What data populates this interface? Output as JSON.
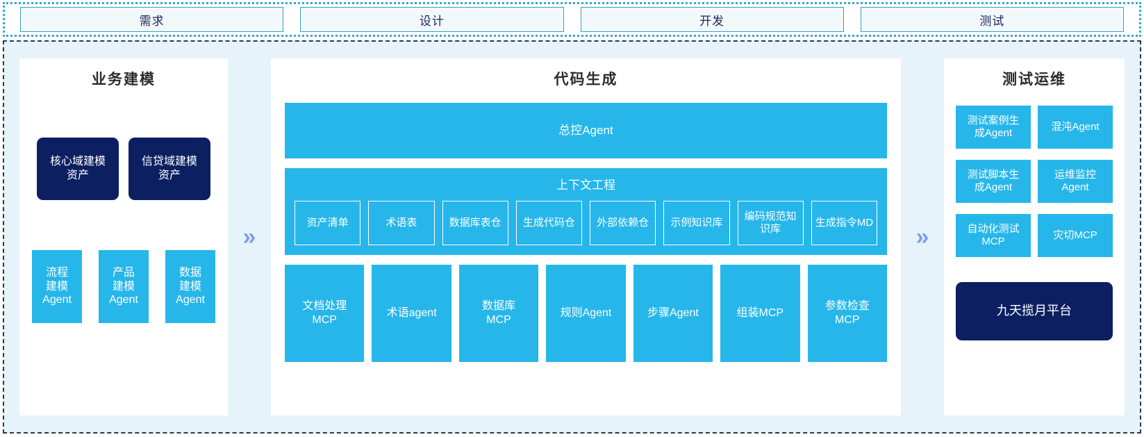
{
  "phases": [
    {
      "label": "需求"
    },
    {
      "label": "设计"
    },
    {
      "label": "开发"
    },
    {
      "label": "测试"
    }
  ],
  "chevron_glyph": "»",
  "colors": {
    "navy": "#0c2061",
    "cyan": "#26b6ea",
    "panel_bg": "#ffffff",
    "main_bg": "#e7f3fb",
    "phase_border": "#3c9cc2",
    "phase_fill": "#f3f8fa",
    "chevron": "#7f9fe8",
    "dashed_border": "#2b3a4a",
    "dotted_border": "#2fa8d6"
  },
  "left_panel": {
    "title": "业务建模",
    "assets": [
      {
        "label": "核心域建模\n资产"
      },
      {
        "label": "信贷域建模\n资产"
      }
    ],
    "agents": [
      {
        "label": "流程\n建模\nAgent"
      },
      {
        "label": "产品\n建模\nAgent"
      },
      {
        "label": "数据\n建模\nAgent"
      }
    ]
  },
  "middle_panel": {
    "title": "代码生成",
    "master_agent": "总控Agent",
    "context_engineering": {
      "title": "上下文工程",
      "items": [
        {
          "label": "资产清单"
        },
        {
          "label": "术语表"
        },
        {
          "label": "数据库表仓"
        },
        {
          "label": "生成代码仓"
        },
        {
          "label": "外部依赖仓"
        },
        {
          "label": "示例知识库"
        },
        {
          "label": "编码规范知识库"
        },
        {
          "label": "生成指令MD"
        }
      ]
    },
    "tools": [
      {
        "label": "文档处理\nMCP"
      },
      {
        "label": "术语agent"
      },
      {
        "label": "数据库\nMCP"
      },
      {
        "label": "规则Agent"
      },
      {
        "label": "步骤Agent"
      },
      {
        "label": "组装MCP"
      },
      {
        "label": "参数检查\nMCP"
      }
    ]
  },
  "right_panel": {
    "title": "测试运维",
    "items": [
      {
        "label": "测试案例生\n成Agent"
      },
      {
        "label": "混沌Agent"
      },
      {
        "label": "测试脚本生\n成Agent"
      },
      {
        "label": "运维监控\nAgent"
      },
      {
        "label": "自动化测试\nMCP"
      },
      {
        "label": "灾切MCP"
      }
    ],
    "platform": "九天揽月平台"
  }
}
